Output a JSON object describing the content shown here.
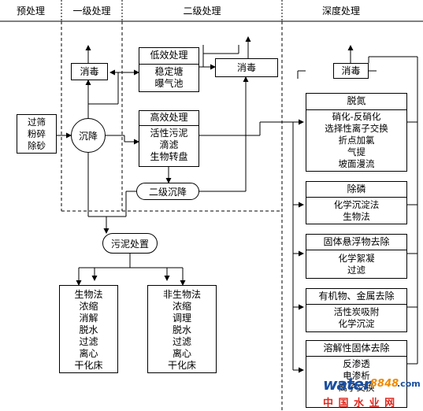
{
  "columns": {
    "pre": "预处理",
    "primary": "一级处理",
    "secondary": "二级处理",
    "advanced": "深度处理"
  },
  "screen": [
    "过筛",
    "粉碎",
    "除砂"
  ],
  "sedimentation": "沉降",
  "disinfection": "消毒",
  "low_efficiency": {
    "title": "低效处理",
    "items": [
      "稳定塘",
      "曝气池"
    ]
  },
  "high_efficiency": {
    "title": "高效处理",
    "items": [
      "活性污泥",
      "滴滤",
      "生物转盘"
    ]
  },
  "secondary_sedimentation": "二级沉降",
  "sludge": "污泥处置",
  "bio_method": [
    "生物法",
    "浓缩",
    "消解",
    "脱水",
    "过滤",
    "离心",
    "干化床"
  ],
  "nonbio_method": [
    "非生物法",
    "浓缩",
    "调理",
    "脱水",
    "过滤",
    "离心",
    "干化床"
  ],
  "advanced_boxes": [
    {
      "title": "脱氮",
      "items": [
        "硝化-反硝化",
        "选择性离子交换",
        "折点加氯",
        "气提",
        "坡面漫流"
      ]
    },
    {
      "title": "除磷",
      "items": [
        "化学沉淀法",
        "生物法"
      ]
    },
    {
      "title": "固体悬浮物去除",
      "items": [
        "化学絮凝",
        "过滤"
      ]
    },
    {
      "title": "有机物、金属去除",
      "items": [
        "活性炭吸附",
        "化学沉淀"
      ]
    },
    {
      "title": "溶解性固体去除",
      "items": [
        "反渗透",
        "电渗析",
        "离子交换"
      ]
    }
  ],
  "watermark": {
    "brand": "water",
    "number": "8848",
    "suffix": ".com",
    "cn": "中 国 水 业 网"
  },
  "colors": {
    "line": "#000000",
    "watermark_blue": "#1a4fa0",
    "watermark_red": "#e0281e",
    "watermark_orange": "#f08a00"
  }
}
